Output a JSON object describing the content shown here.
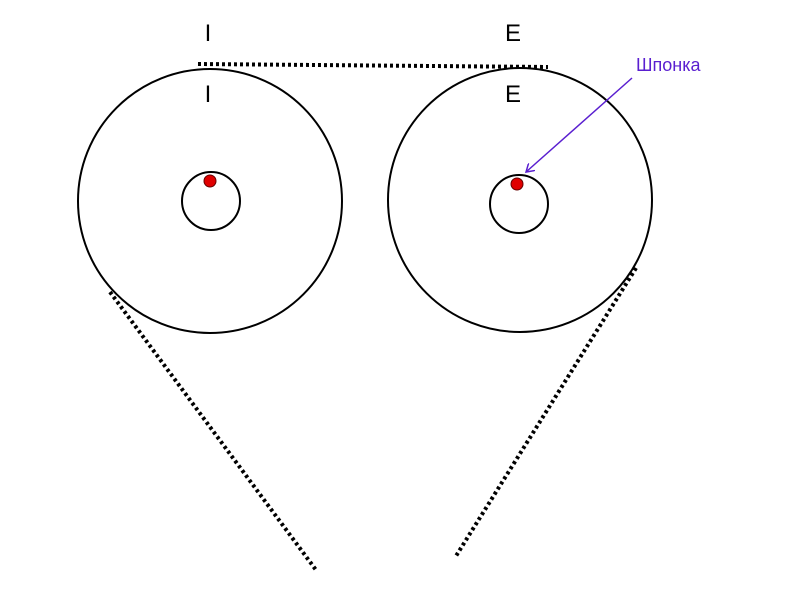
{
  "colors": {
    "line": "#000000",
    "key": "#e00000",
    "key_outline": "#660000",
    "annotation": "#5a1fd0"
  },
  "left_sprocket": {
    "mark_above_belt": "I",
    "mark_on_sprocket": "I"
  },
  "right_sprocket": {
    "mark_above_belt": "E",
    "mark_on_sprocket": "E"
  },
  "annotation": {
    "label": "Шпонка"
  }
}
